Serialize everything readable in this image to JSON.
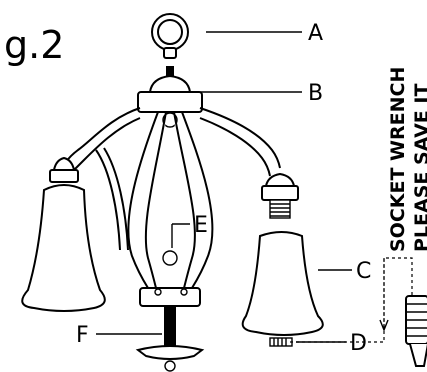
{
  "figure_label": "g.2",
  "parts": [
    {
      "letter": "A"
    },
    {
      "letter": "B"
    },
    {
      "letter": "C"
    },
    {
      "letter": "D"
    },
    {
      "letter": "E"
    },
    {
      "letter": "F"
    }
  ],
  "side_note": {
    "line1": "SOCKET WRENCH",
    "line2": "PLEASE SAVE IT"
  }
}
